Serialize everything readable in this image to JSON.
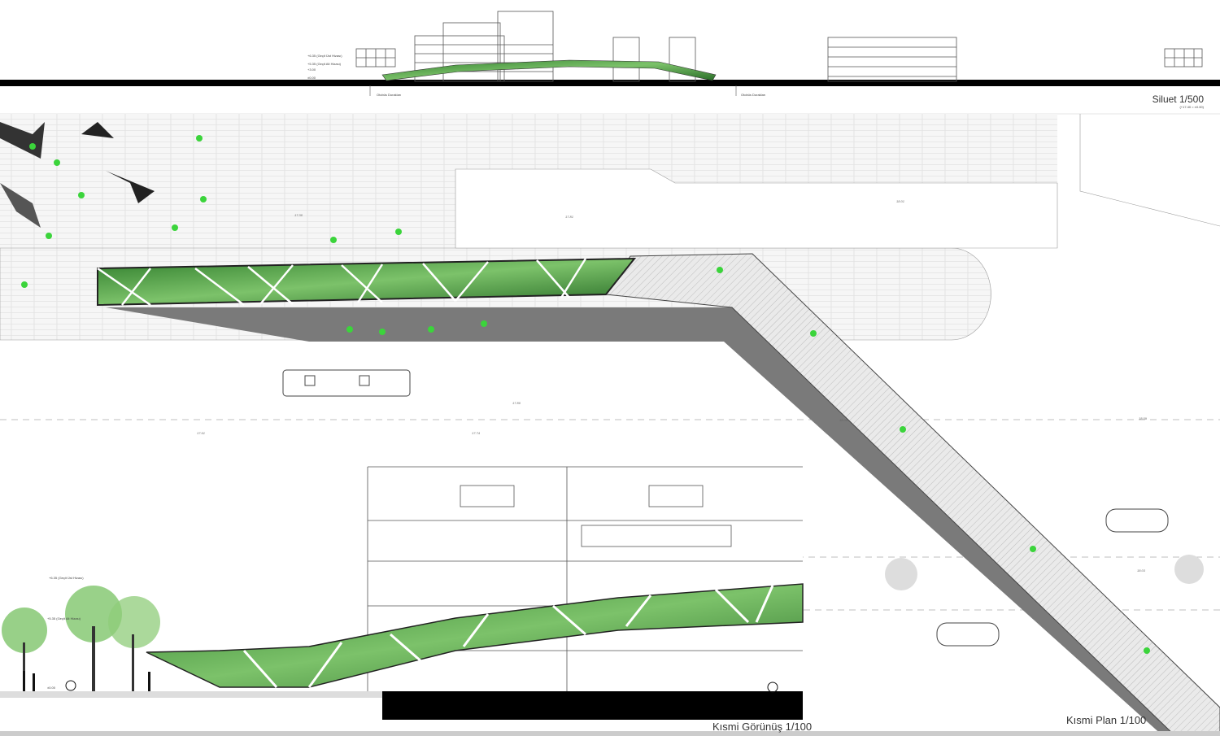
{
  "silhouette": {
    "title": "Siluet 1/500",
    "subtitle": "(+17.40 = ±0.00)",
    "levels": [
      "+6.35 (Geçit Üst Hizası)",
      "+5.35 (Geçit Alt Hizası)",
      "+3.00",
      "±0.00"
    ],
    "bus_stop_labels": [
      "Otobüs Durakları",
      "Otobüs Durakları"
    ]
  },
  "plan": {
    "title": "Kısmi Plan 1/100",
    "spot_levels": [
      "17.30",
      "17.81",
      "18.01",
      "17.80",
      "17.61",
      "17.74",
      "18.00",
      "18.09",
      "18.03"
    ]
  },
  "elevation": {
    "title": "Kısmi Görünüş 1/100",
    "levels": [
      "+6.35 (Geçit Üst Hizası)",
      "+5.35 (Geçit Alt Hizası)",
      "±0.00"
    ]
  },
  "colors": {
    "green": "#3f9a3a",
    "leaf": "#3bd43b",
    "shadow": "#7a7a7a",
    "ground": "#000000"
  }
}
